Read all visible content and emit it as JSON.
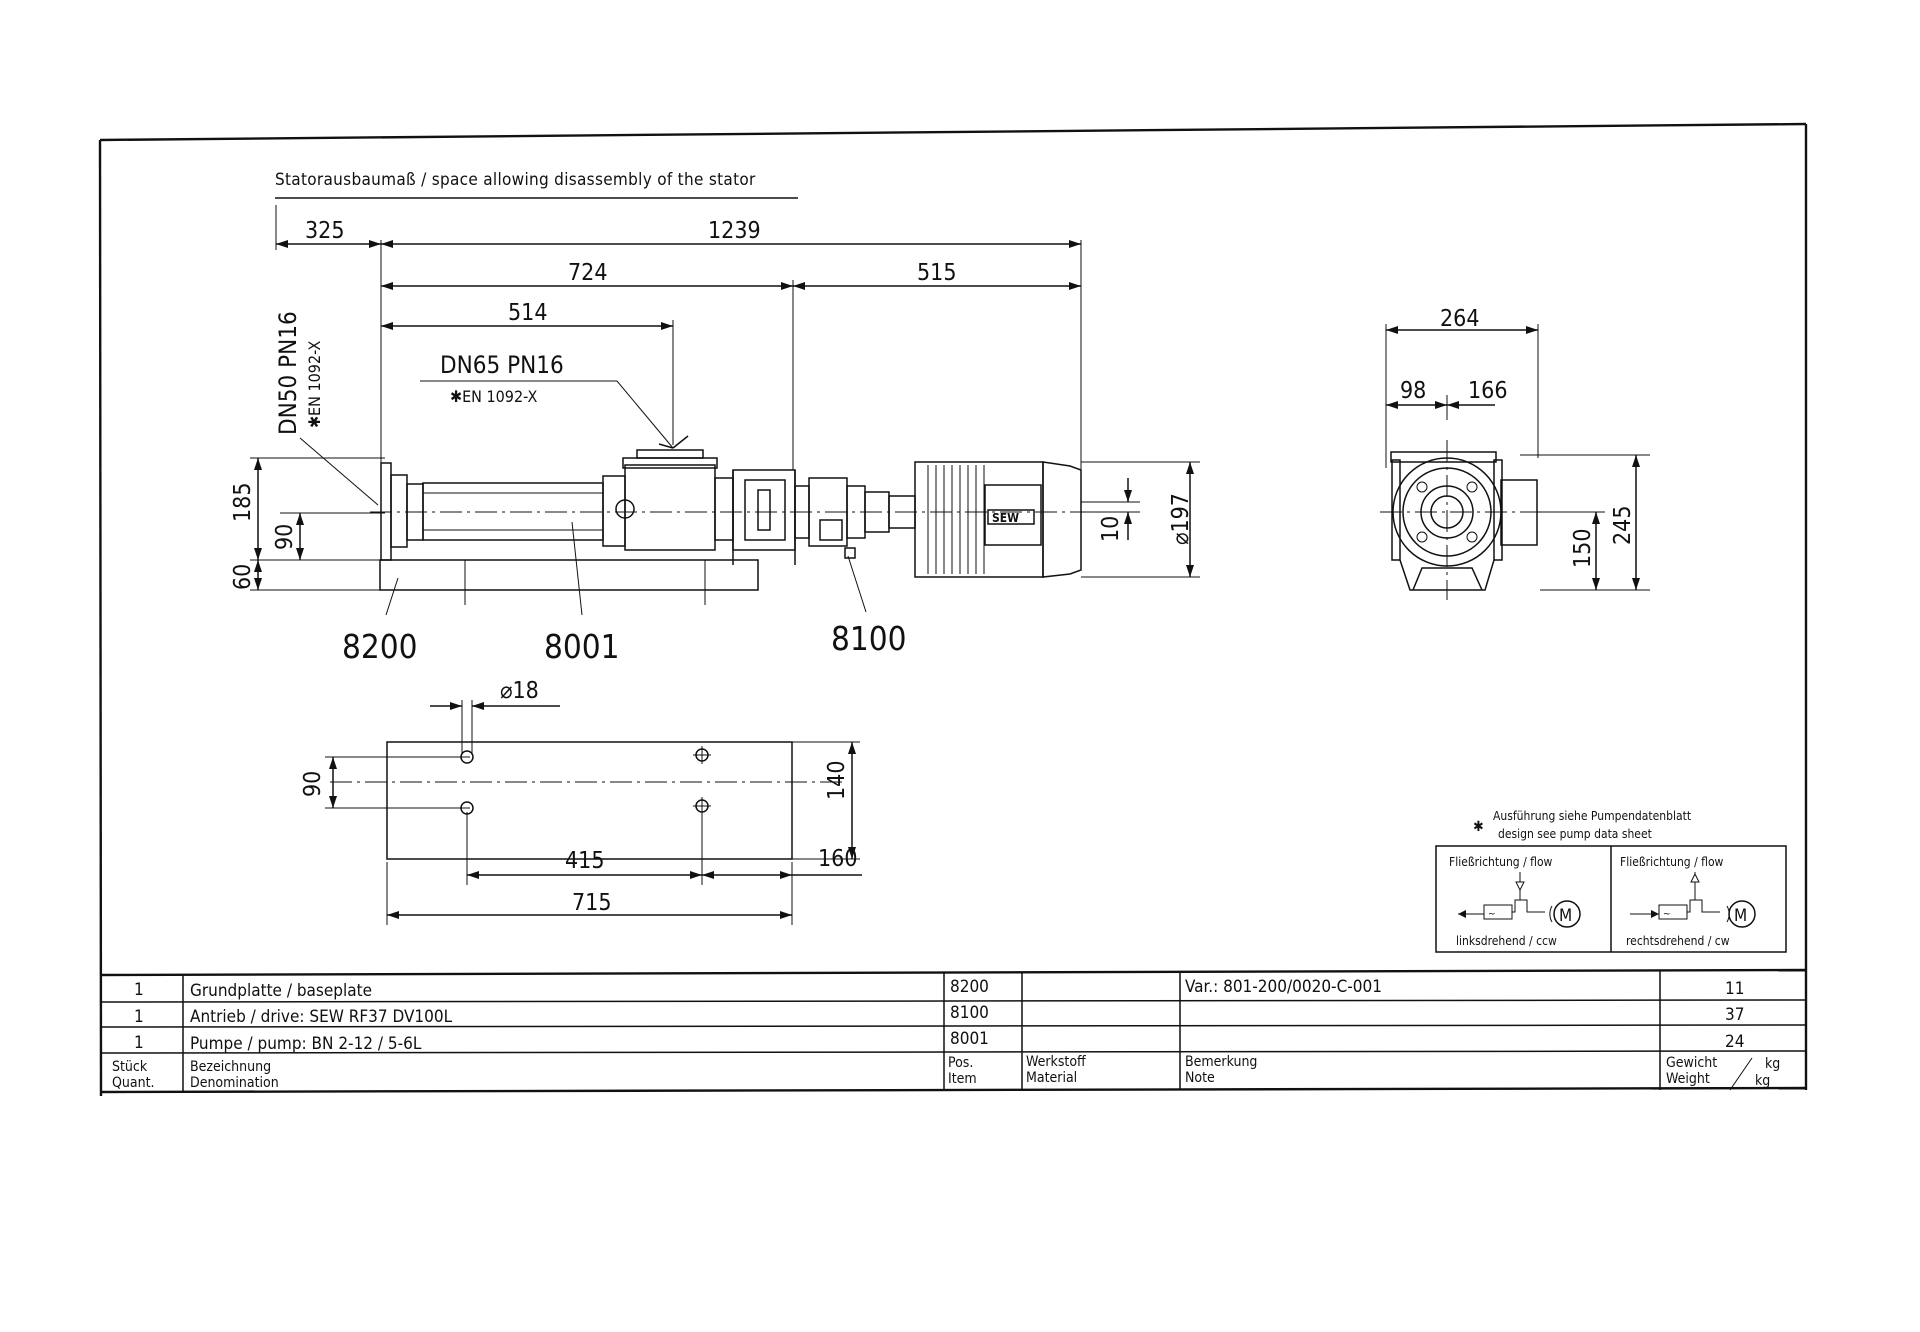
{
  "header": {
    "stator_note": "Statorausbaumaß / space allowing disassembly of the stator"
  },
  "dimensions": {
    "d325": "325",
    "d1239": "1239",
    "d724": "724",
    "d515": "515",
    "d514": "514",
    "d264": "264",
    "d98": "98",
    "d166": "166",
    "d185": "185",
    "d90": "90",
    "d60": "60",
    "d10": "10",
    "d197": "⌀197",
    "d245": "245",
    "d150": "150",
    "d18": "⌀18",
    "d140": "140",
    "d90b": "90",
    "d415": "415",
    "d160": "160",
    "d715": "715"
  },
  "flanges": {
    "inlet": "DN50 PN16",
    "inlet_std": "✱EN 1092-X",
    "outlet": "DN65 PN16",
    "outlet_std": "✱EN 1092-X"
  },
  "motor_brand": "SEW",
  "positions": {
    "p8200": "8200",
    "p8001": "8001",
    "p8100": "8100"
  },
  "note": {
    "star": "✱",
    "de": "Ausführung siehe Pumpendatenblatt",
    "en": "design see pump data sheet"
  },
  "flow_legend": {
    "left_title": "Fließrichtung / flow",
    "left_caption": "linksdrehend / ccw",
    "right_title": "Fließrichtung / flow",
    "right_caption": "rechtsdrehend / cw"
  },
  "parts_list": {
    "rows": [
      {
        "qty": "1",
        "denomination": "Grundplatte / baseplate",
        "pos": "8200",
        "material": "",
        "remark": "Var.: 801-200/0020-C-001",
        "weight": "11"
      },
      {
        "qty": "1",
        "denomination": "Antrieb / drive: SEW RF37 DV100L",
        "pos": "8100",
        "material": "",
        "remark": "",
        "weight": "37"
      },
      {
        "qty": "1",
        "denomination": "Pumpe / pump: BN 2-12 / 5-6L",
        "pos": "8001",
        "material": "",
        "remark": "",
        "weight": "24"
      }
    ],
    "headers": {
      "qty_de": "Stück",
      "qty_en": "Quant.",
      "denom_de": "Bezeichnung",
      "denom_en": "Denomination",
      "pos_de": "Pos.",
      "pos_en": "Item",
      "mat_de": "Werkstoff",
      "mat_en": "Material",
      "rem_de": "Bemerkung",
      "rem_en": "Note",
      "wt_de": "Gewicht",
      "wt_en": "Weight",
      "unit1": "kg",
      "unit2": "kg"
    }
  }
}
